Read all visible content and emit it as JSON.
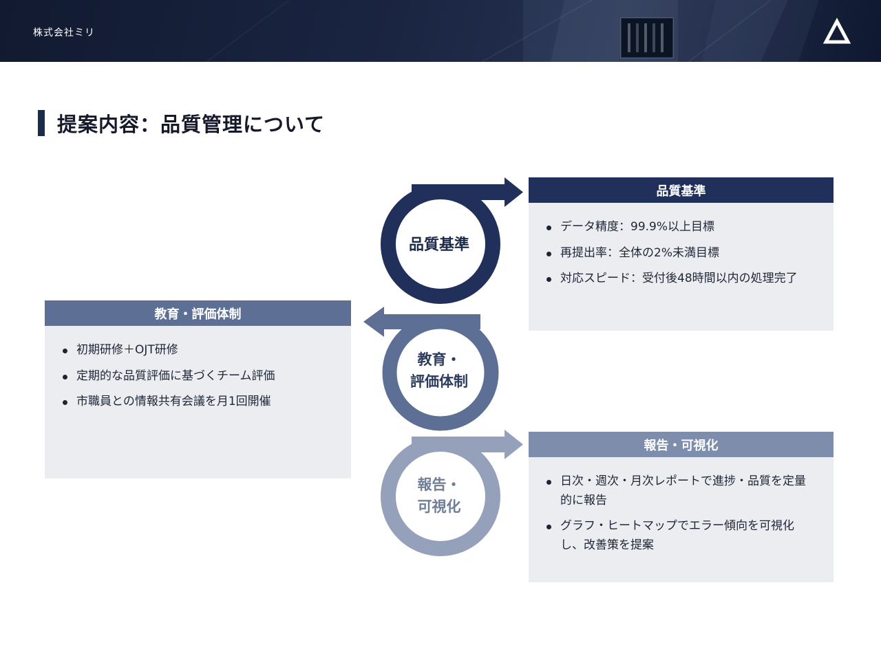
{
  "header": {
    "company": "株式会社ミリ",
    "logo_icon": "delta-triangle-logo"
  },
  "title": {
    "text": "提案内容：品質管理について"
  },
  "cycle": {
    "quality": {
      "lines": [
        "品質基準"
      ]
    },
    "education": {
      "lines": [
        "教育・",
        "評価体制"
      ]
    },
    "report": {
      "lines": [
        "報告・",
        "可視化"
      ]
    }
  },
  "panels": {
    "quality": {
      "title": "品質基準",
      "bullets": [
        "データ精度：99.9%以上目標",
        "再提出率：全体の2%未満目標",
        "対応スピード：受付後48時間以内の処理完了"
      ]
    },
    "education": {
      "title": "教育・評価体制",
      "bullets": [
        "初期研修＋OJT研修",
        "定期的な品質評価に基づくチーム評価",
        "市職員との情報共有会議を月1回開催"
      ]
    },
    "report": {
      "title": "報告・可視化",
      "bullets": [
        "日次・週次・月次レポートで進捗・品質を定量的に報告",
        "グラフ・ヒートマップでエラー傾向を可視化し、改善策を提案"
      ]
    }
  },
  "colors": {
    "header_bg": "#16203a",
    "accent_navy": "#20305a",
    "slate": "#5d6f94",
    "light_slate": "#95a1ba",
    "panel_bg": "#ebedf1",
    "text_dark": "#1e2636"
  }
}
